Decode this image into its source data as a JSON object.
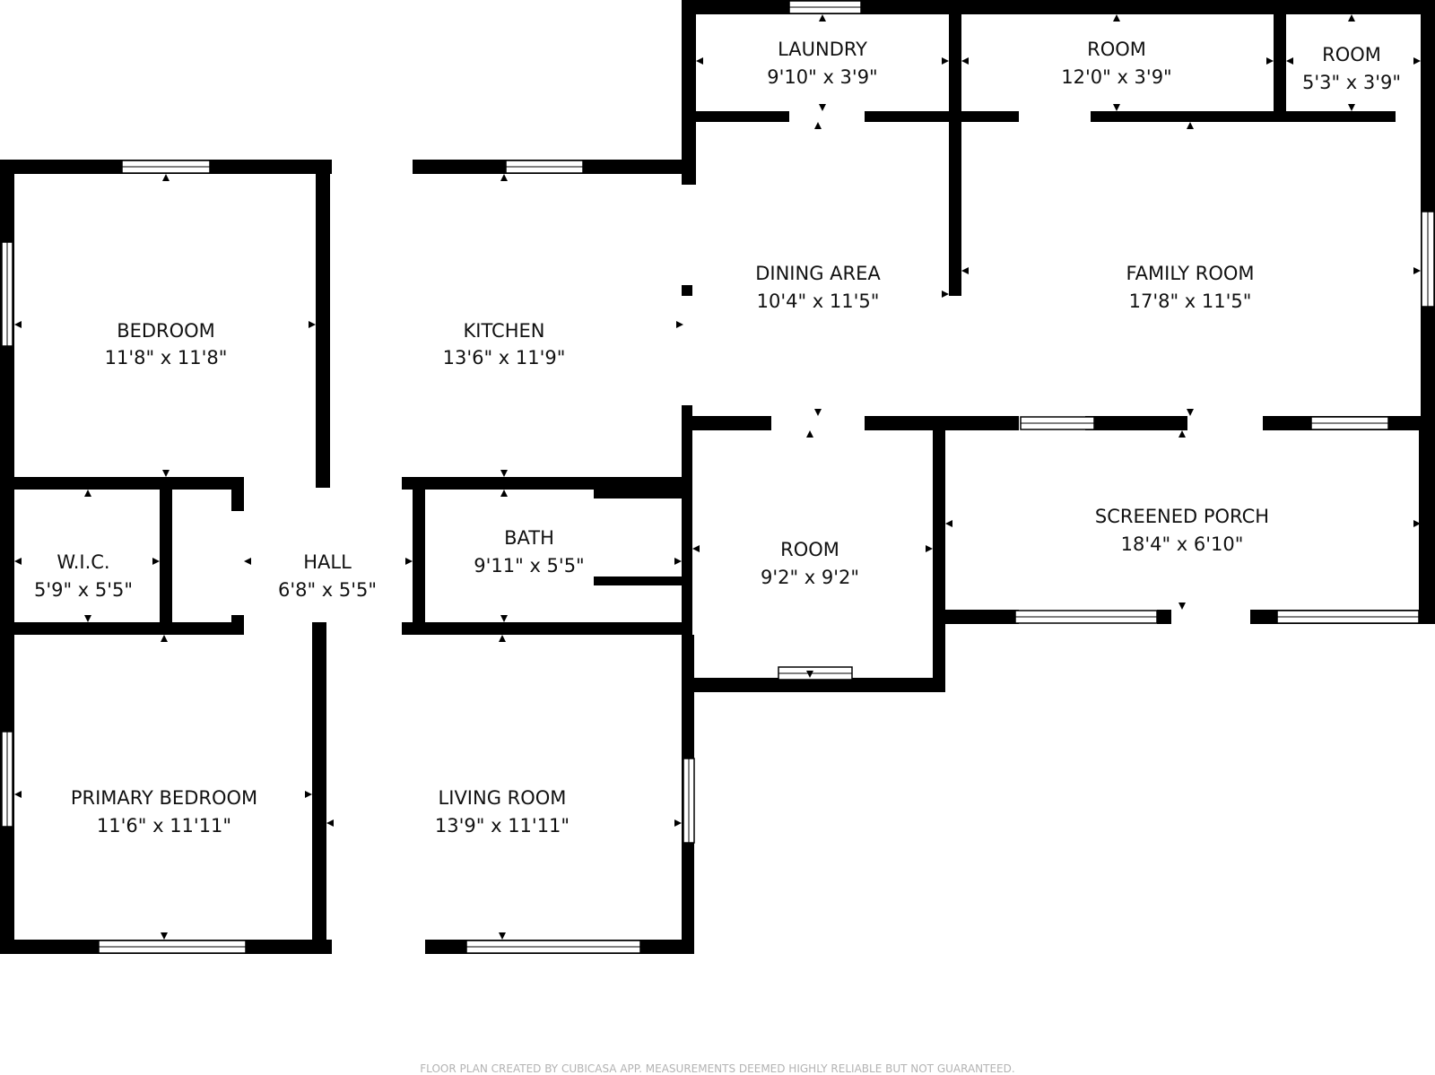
{
  "rooms": [
    {
      "id": "laundry",
      "name": "LAUNDRY",
      "size": "9'10\" x 3'9\""
    },
    {
      "id": "room-top-mid",
      "name": "ROOM",
      "size": "12'0\" x 3'9\""
    },
    {
      "id": "room-top-right",
      "name": "ROOM",
      "size": "5'3\" x 3'9\""
    },
    {
      "id": "bedroom",
      "name": "BEDROOM",
      "size": "11'8\" x 11'8\""
    },
    {
      "id": "kitchen",
      "name": "KITCHEN",
      "size": "13'6\" x 11'9\""
    },
    {
      "id": "dining-area",
      "name": "DINING AREA",
      "size": "10'4\" x 11'5\""
    },
    {
      "id": "family-room",
      "name": "FAMILY ROOM",
      "size": "17'8\" x 11'5\""
    },
    {
      "id": "wic",
      "name": "W.I.C.",
      "size": "5'9\" x 5'5\""
    },
    {
      "id": "hall",
      "name": "HALL",
      "size": "6'8\" x 5'5\""
    },
    {
      "id": "bath",
      "name": "BATH",
      "size": "9'11\" x 5'5\""
    },
    {
      "id": "room-center",
      "name": "ROOM",
      "size": "9'2\" x 9'2\""
    },
    {
      "id": "screened-porch",
      "name": "SCREENED PORCH",
      "size": "18'4\" x 6'10\""
    },
    {
      "id": "primary-bedroom",
      "name": "PRIMARY BEDROOM",
      "size": "11'6\" x 11'11\""
    },
    {
      "id": "living-room",
      "name": "LIVING ROOM",
      "size": "13'9\" x 11'11\""
    }
  ],
  "footer": "FLOOR PLAN CREATED BY CUBICASA APP. MEASUREMENTS DEEMED HIGHLY RELIABLE BUT NOT GUARANTEED."
}
